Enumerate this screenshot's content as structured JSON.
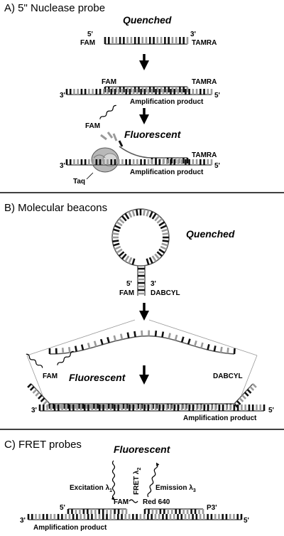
{
  "sections": {
    "a": {
      "title": "A) 5\" Nuclease probe",
      "quenched": "Quenched",
      "fluorescent": "Fluorescent",
      "five_prime": "5'",
      "three_prime": "3'",
      "fam": "FAM",
      "tamra": "TAMRA",
      "amplification_product": "Amplification product",
      "taq": "Taq"
    },
    "b": {
      "title": "B) Molecular beacons",
      "quenched": "Quenched",
      "fluorescent": "Fluorescent",
      "five_prime": "5'",
      "three_prime": "3'",
      "fam": "FAM",
      "dabcyl": "DABCYL",
      "amplification_product": "Amplification product"
    },
    "c": {
      "title": "C) FRET probes",
      "fluorescent": "Fluorescent",
      "excitation": "Excitation λ",
      "excitation_sub": "1",
      "fret": "FRET λ",
      "fret_sub": "2",
      "emission": "Emission λ",
      "emission_sub": "3",
      "fam": "FAM",
      "red640": "Red 640",
      "p3": "P3'",
      "five_prime": "5'",
      "three_prime": "3'",
      "amplification_product": "Amplification product"
    }
  },
  "colors": {
    "dark_base": "#111111",
    "light_base": "#9a9a9a",
    "backbone": "#555555",
    "divider": "#000000",
    "taq_fill": "#b8b8b8"
  }
}
